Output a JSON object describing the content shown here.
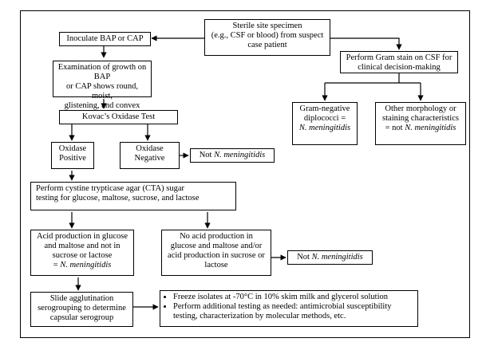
{
  "boxes": {
    "specimen": "Sterile site specimen\n(e.g., CSF or blood) from suspect\ncase patient",
    "inoculate": "Inoculate BAP or CAP",
    "examination": "Examination of growth on BAP\nor CAP shows round, moist,\nglistening, and convex colonies",
    "kovacs": "Kovac’s Oxidase Test",
    "oxidase_pos": "Oxidase\nPositive",
    "oxidase_neg": "Oxidase\nNegative",
    "not_nm_1_prefix": "Not ",
    "not_nm_1_italic": "N. meningitidis",
    "cta": "Perform cystine trypticase agar (CTA) sugar\ntesting for glucose, maltose, sucrose, and lactose",
    "acid_prod": "Acid production in glucose\nand maltose and not in\nsucrose or lactose\n= ",
    "acid_prod_italic": "N. meningitidis",
    "no_acid": "No acid production in\nglucose and maltose and/or\nacid production in sucrose or\nlactose",
    "not_nm_2_prefix": "Not ",
    "not_nm_2_italic": "N. meningitidis",
    "slide": "Slide agglutination\nserogrouping to determine\ncapsular serogroup",
    "freeze_list": [
      "Freeze isolates at -70°C in 10% skim milk and glycerol solution",
      "Perform additional testing as needed: antimicrobial susceptibility testing, characterization by molecular methods, etc."
    ],
    "gram_stain": "Perform Gram stain on CSF for\nclinical decision-making",
    "gram_neg": "Gram-negative\ndiplococci =\n",
    "gram_neg_italic": "N. meningitidis",
    "other_morph": "Other morphology or\nstaining characteristics\n= not ",
    "other_morph_italic": "N. meningitidis"
  }
}
